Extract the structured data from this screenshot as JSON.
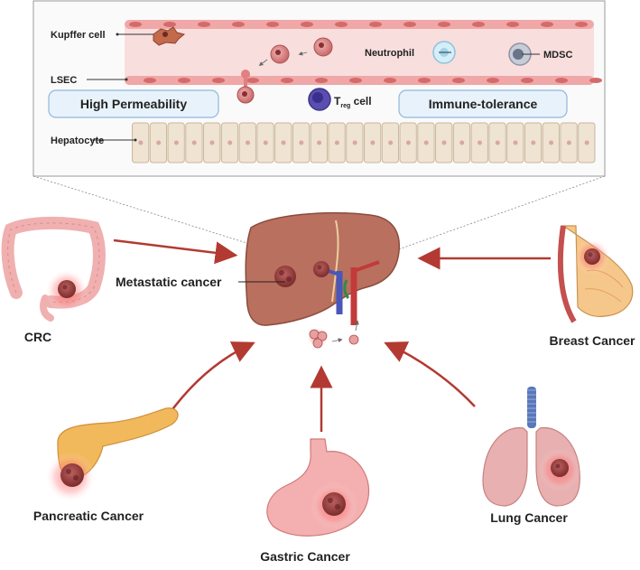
{
  "inset": {
    "labels": {
      "kupffer": "Kupffer cell",
      "lsec": "LSEC",
      "neutrophil": "Neutrophil",
      "mdsc": "MDSC",
      "treg_main": "T",
      "treg_sub": "reg",
      "treg_suffix": " cell",
      "hepatocyte": "Hepatocyte"
    },
    "boxes": {
      "left": "High Permeability",
      "right": "Immune-tolerance"
    }
  },
  "center": {
    "label": "Metastatic cancer"
  },
  "sources": [
    {
      "id": "crc",
      "label": "CRC"
    },
    {
      "id": "breast",
      "label": "Breast Cancer"
    },
    {
      "id": "pancreatic",
      "label": "Pancreatic Cancer"
    },
    {
      "id": "gastric",
      "label": "Gastric Cancer"
    },
    {
      "id": "lung",
      "label": "Lung Cancer"
    }
  ],
  "colors": {
    "arrow": "#b23a32",
    "vessel": "#f7d6d6",
    "endothelium": "#f0a7a7",
    "liver": "#b86c5c",
    "tumor": "#8a3a3a",
    "box_fill": "#e8f2fb",
    "box_stroke": "#8fb8dc"
  }
}
